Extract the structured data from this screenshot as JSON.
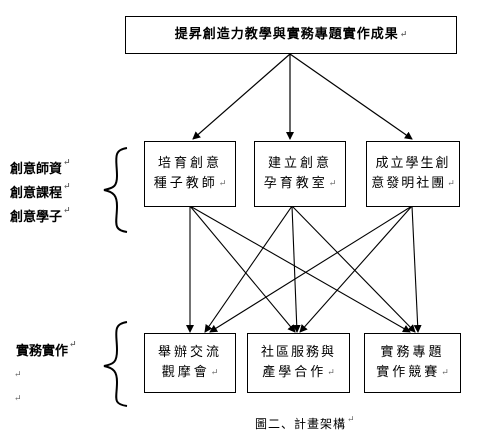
{
  "mark": "↵",
  "title": "提昇創造力教學與實務專題實作成果",
  "middle_boxes": [
    {
      "line1": "培育創意",
      "line2": "種子教師"
    },
    {
      "line1": "建立創意",
      "line2": "孕育教室"
    },
    {
      "line1": "成立學生創",
      "line2": "意發明社團"
    }
  ],
  "bottom_boxes": [
    {
      "line1": "舉辦交流",
      "line2": "觀摩會"
    },
    {
      "line1": "社區服務與",
      "line2": "產學合作"
    },
    {
      "line1": "實務專題",
      "line2": "實作競賽"
    }
  ],
  "left_labels_top": [
    "創意師資",
    "創意課程",
    "創意學子"
  ],
  "left_labels_bottom": [
    "實務實作"
  ],
  "caption": "圖二、計畫架構"
}
